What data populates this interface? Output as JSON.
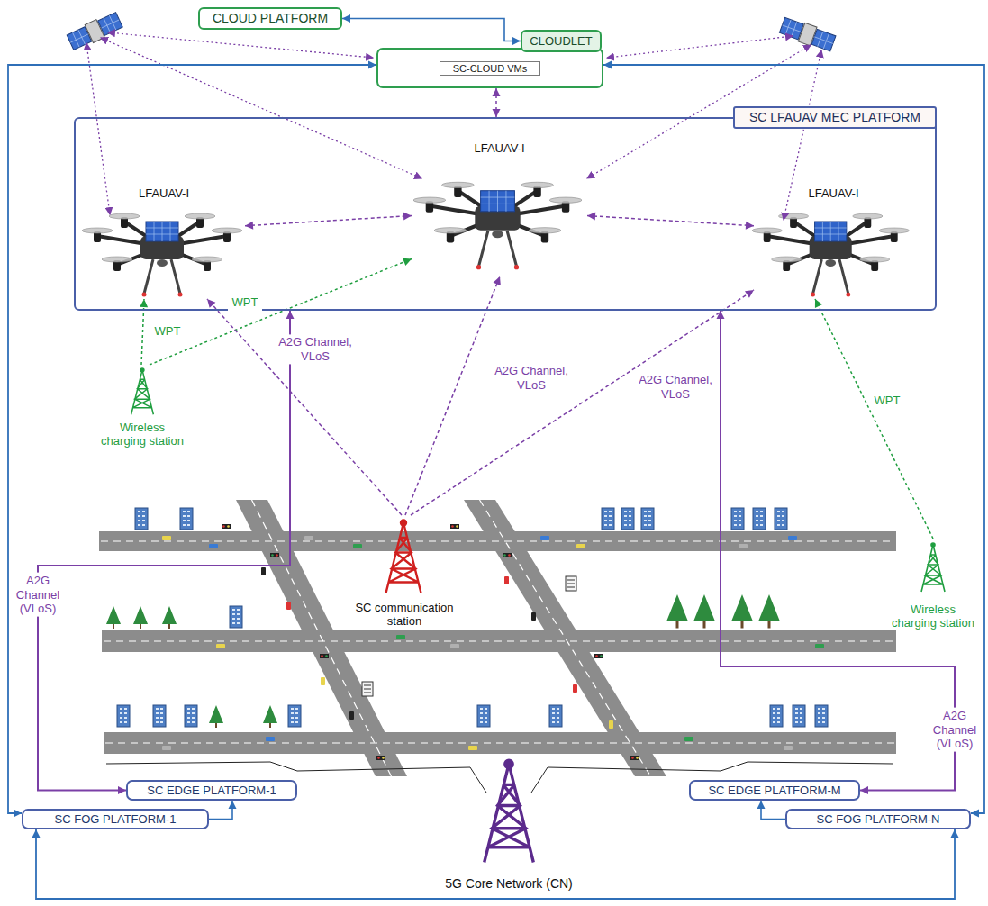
{
  "diagram": {
    "nodes": [
      {
        "text": [
          "CLOUD PLATFORM"
        ]
      },
      {
        "text": [
          "CLOUDLET"
        ]
      },
      {
        "text": [
          "SC-CLOUD VMs"
        ]
      },
      {
        "text": [
          "SC LFAUAV MEC PLATFORM"
        ]
      },
      {
        "text": [
          "LFAUAV-I"
        ],
        "in": 3
      },
      {
        "text": [
          "LFAUAV-I"
        ],
        "in": 3
      },
      {
        "text": [
          "LFAUAV-I"
        ],
        "in": 3
      },
      {
        "text": [
          "Wireless charging station"
        ]
      },
      {
        "text": [
          "SC communication station"
        ]
      },
      {
        "text": [
          "Wireless charging station"
        ]
      },
      {
        "text": [
          "SC EDGE PLATFORM-1"
        ]
      },
      {
        "text": [
          "SC EDGE PLATFORM-M"
        ]
      },
      {
        "text": [
          "SC FOG PLATFORM-1"
        ]
      },
      {
        "text": [
          "5G Core Network (CN)"
        ]
      },
      {
        "text": [
          "SC FOG PLATFORM-N"
        ]
      }
    ],
    "edges": [
      {
        "from": 0,
        "to": 1,
        "arrow": "both"
      },
      {
        "from": 2,
        "to": 3,
        "arrow": "both"
      },
      {
        "from": 4,
        "to": 5,
        "arrow": "both"
      },
      {
        "from": 5,
        "to": 6,
        "arrow": "both"
      },
      {
        "from": 7,
        "to": 4,
        "label": "WPT",
        "arrow": "to"
      },
      {
        "from": 7,
        "to": 5,
        "label": "WPT",
        "arrow": "to"
      },
      {
        "from": 9,
        "to": 6,
        "label": "WPT",
        "arrow": "to"
      },
      {
        "from": 8,
        "to": 4,
        "label": "A2G Channel, VLoS",
        "arrow": "to"
      },
      {
        "from": 8,
        "to": 5,
        "label": "A2G Channel, VLoS",
        "arrow": "to"
      },
      {
        "from": 8,
        "to": 6,
        "label": "A2G Channel, VLoS",
        "arrow": "to"
      },
      {
        "from": 10,
        "to": 3,
        "label": "A2G Channel (VLoS)",
        "arrow": "both"
      },
      {
        "from": 11,
        "to": 3,
        "label": "A2G Channel (VLoS)",
        "arrow": "both"
      },
      {
        "from": 12,
        "to": 10,
        "arrow": "to"
      },
      {
        "from": 14,
        "to": 11,
        "arrow": "to"
      },
      {
        "from": 12,
        "to": 2,
        "arrow": "both"
      },
      {
        "from": 14,
        "to": 2,
        "arrow": "both"
      },
      {
        "from": 12,
        "to": 14,
        "arrow": "both"
      }
    ]
  }
}
